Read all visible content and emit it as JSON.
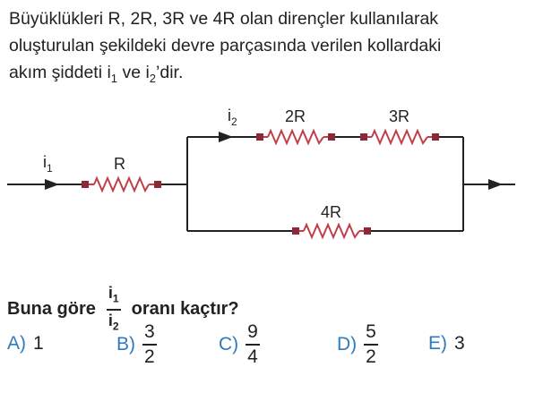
{
  "intro": {
    "line1": "Büyüklükleri R, 2R, 3R ve 4R olan dirençler kullanılarak",
    "line2": "oluşturulan şekildeki devre parçasında verilen kollardaki",
    "line3_pre": "akım şiddeti i",
    "sub1": "1",
    "line3_mid": " ve i",
    "sub2": "2",
    "line3_post": "’dir."
  },
  "circuit": {
    "current_i1_main": "i",
    "current_i1_sub": "1",
    "current_i2_main": "i",
    "current_i2_sub": "2",
    "resistor_R": "R",
    "resistor_2R": "2R",
    "resistor_3R": "3R",
    "resistor_4R": "4R",
    "wire_color": "#222222",
    "resistor_color": "#c0404a",
    "terminal_color": "#8b2a36"
  },
  "question": {
    "pre": "Buna göre",
    "num_main": "i",
    "num_sub": "1",
    "den_main": "i",
    "den_sub": "2",
    "post": "oranı kaçtır?"
  },
  "options": {
    "a": {
      "letter": "A)",
      "value": "1"
    },
    "b": {
      "letter": "B)",
      "num": "3",
      "den": "2"
    },
    "c": {
      "letter": "C)",
      "num": "9",
      "den": "4"
    },
    "d": {
      "letter": "D)",
      "num": "5",
      "den": "2"
    },
    "e": {
      "letter": "E)",
      "value": "3"
    }
  }
}
